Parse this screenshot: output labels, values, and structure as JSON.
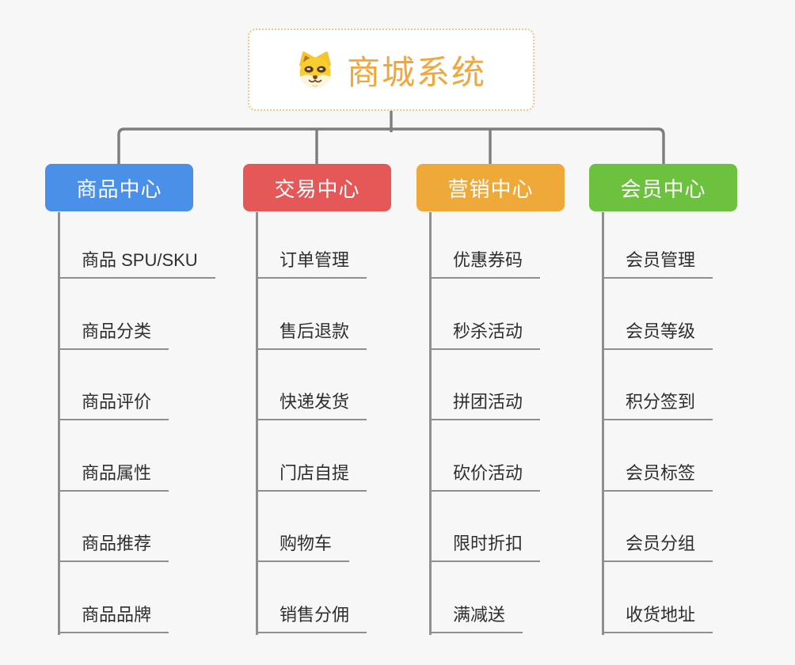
{
  "root": {
    "title": "商城系统",
    "icon": "dog-face-icon"
  },
  "colors": {
    "background": "#f7f7f7",
    "connector": "#7d7d7d",
    "leaf_line": "#8f8f8f",
    "leaf_text": "#2e2e2e",
    "root_border": "#f5c583",
    "root_text": "#f0a73e"
  },
  "branches": [
    {
      "label": "商品中心",
      "color": "#4a90e8",
      "items": [
        "商品 SPU/SKU",
        "商品分类",
        "商品评价",
        "商品属性",
        "商品推荐",
        "商品品牌"
      ]
    },
    {
      "label": "交易中心",
      "color": "#e45858",
      "items": [
        "订单管理",
        "售后退款",
        "快递发货",
        "门店自提",
        "购物车",
        "销售分佣"
      ]
    },
    {
      "label": "营销中心",
      "color": "#efa938",
      "items": [
        "优惠券码",
        "秒杀活动",
        "拼团活动",
        "砍价活动",
        "限时折扣",
        "满减送"
      ]
    },
    {
      "label": "会员中心",
      "color": "#6cc13f",
      "items": [
        "会员管理",
        "会员等级",
        "积分签到",
        "会员标签",
        "会员分组",
        "收货地址"
      ]
    }
  ]
}
